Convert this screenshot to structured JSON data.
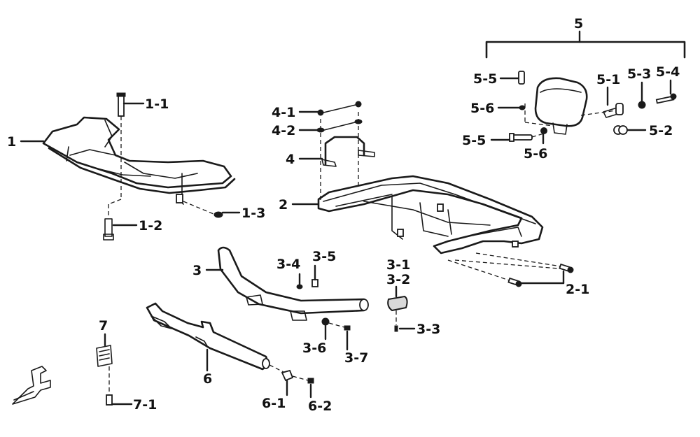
{
  "callouts": {
    "c1": "1",
    "c1_1": "1-1",
    "c1_2": "1-2",
    "c1_3": "1-3",
    "c2": "2",
    "c2_1": "2-1",
    "c3": "3",
    "c3_1": "3-1",
    "c3_2": "3-2",
    "c3_3": "3-3",
    "c3_4": "3-4",
    "c3_5": "3-5",
    "c3_6": "3-6",
    "c3_7": "3-7",
    "c4": "4",
    "c4_1": "4-1",
    "c4_2": "4-2",
    "c5": "5",
    "c5_1": "5-1",
    "c5_2": "5-2",
    "c5_3": "5-3",
    "c5_4": "5-4",
    "c5_5a": "5-5",
    "c5_5b": "5-5",
    "c5_6a": "5-6",
    "c5_6b": "5-6",
    "c6": "6",
    "c6_1": "6-1",
    "c6_2": "6-2",
    "c7": "7",
    "c7_1": "7-1"
  },
  "colors": {
    "ink": "#1a1a1a",
    "background": "#ffffff"
  },
  "icons": {
    "front_indicator": "front-arrow-icon"
  }
}
